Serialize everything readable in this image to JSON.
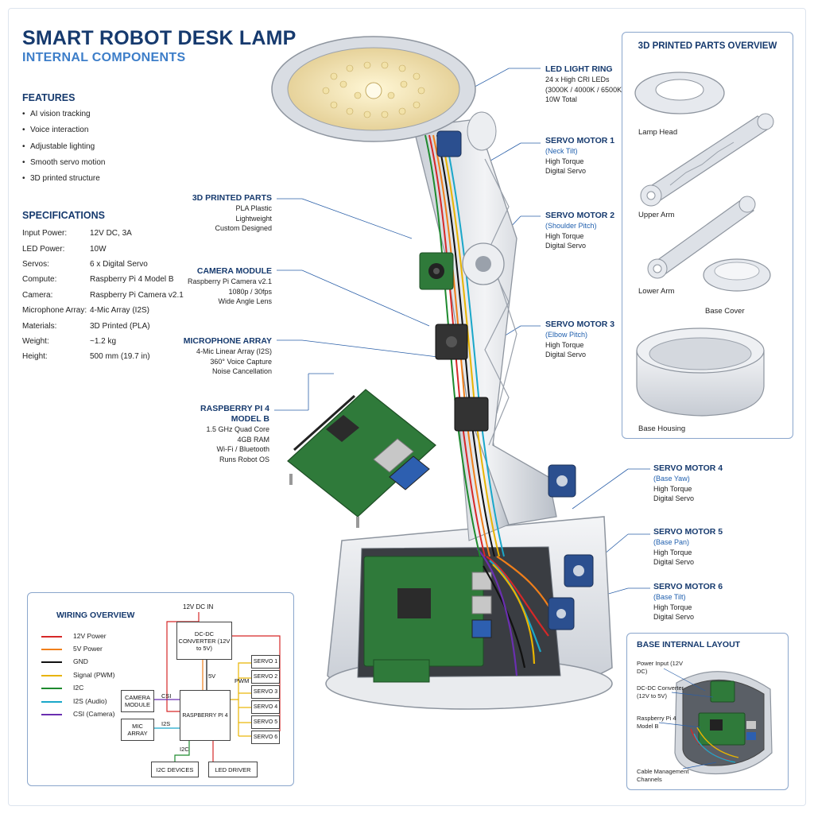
{
  "header": {
    "title": "SMART ROBOT DESK LAMP",
    "subtitle": "INTERNAL COMPONENTS"
  },
  "features": {
    "heading": "FEATURES",
    "items": [
      "AI vision tracking",
      "Voice interaction",
      "Adjustable lighting",
      "Smooth servo motion",
      "3D printed structure"
    ]
  },
  "specs": {
    "heading": "SPECIFICATIONS",
    "rows": [
      {
        "key": "Input Power:",
        "value": "12V DC, 3A"
      },
      {
        "key": "LED Power:",
        "value": "10W"
      },
      {
        "key": "Servos:",
        "value": "6 x Digital Servo"
      },
      {
        "key": "Compute:",
        "value": "Raspberry Pi 4 Model B"
      },
      {
        "key": "Camera:",
        "value": "Raspberry Pi Camera v2.1"
      },
      {
        "key": "Microphone Array:",
        "value": "4-Mic Array (I2S)"
      },
      {
        "key": "Materials:",
        "value": "3D Printed (PLA)"
      },
      {
        "key": "Weight:",
        "value": "~1.2 kg"
      },
      {
        "key": "Height:",
        "value": "500 mm (19.7 in)"
      }
    ]
  },
  "callouts": {
    "led_ring": {
      "title": "LED LIGHT RING",
      "lines": [
        "24 x High CRI LEDs",
        "(3000K / 4000K / 6500K)",
        "10W Total"
      ]
    },
    "servo1": {
      "title": "SERVO MOTOR 1",
      "sub": "(Neck Tilt)",
      "lines": [
        "High Torque",
        "Digital Servo"
      ]
    },
    "servo2": {
      "title": "SERVO MOTOR 2",
      "sub": "(Shoulder Pitch)",
      "lines": [
        "High Torque",
        "Digital Servo"
      ]
    },
    "servo3": {
      "title": "SERVO MOTOR 3",
      "sub": "(Elbow Pitch)",
      "lines": [
        "High Torque",
        "Digital Servo"
      ]
    },
    "servo4": {
      "title": "SERVO MOTOR 4",
      "sub": "(Base Yaw)",
      "lines": [
        "High Torque",
        "Digital Servo"
      ]
    },
    "servo5": {
      "title": "SERVO MOTOR 5",
      "sub": "(Base Pan)",
      "lines": [
        "High Torque",
        "Digital Servo"
      ]
    },
    "servo6": {
      "title": "SERVO MOTOR 6",
      "sub": "(Base Tilt)",
      "lines": [
        "High Torque",
        "Digital Servo"
      ]
    },
    "parts": {
      "title": "3D PRINTED PARTS",
      "lines": [
        "PLA Plastic",
        "Lightweight",
        "Custom Designed"
      ]
    },
    "camera": {
      "title": "CAMERA MODULE",
      "lines": [
        "Raspberry Pi Camera v2.1",
        "1080p / 30fps",
        "Wide Angle Lens"
      ]
    },
    "mic": {
      "title": "MICROPHONE ARRAY",
      "lines": [
        "4-Mic Linear Array (I2S)",
        "360° Voice Capture",
        "Noise Cancellation"
      ]
    },
    "rpi": {
      "title1": "RASPBERRY PI 4",
      "title2": "MODEL B",
      "lines": [
        "1.5 GHz Quad Core",
        "4GB RAM",
        "Wi-Fi / Bluetooth",
        "Runs Robot OS"
      ]
    }
  },
  "parts_overview": {
    "title": "3D PRINTED PARTS OVERVIEW",
    "labels": [
      "Lamp Head",
      "Upper Arm",
      "Lower Arm",
      "Base Cover",
      "Base Housing"
    ]
  },
  "wiring": {
    "title": "WIRING OVERVIEW",
    "legend": [
      {
        "label": "12V Power",
        "color": "#d62828"
      },
      {
        "label": "5V Power",
        "color": "#f07f1a"
      },
      {
        "label": "GND",
        "color": "#111111"
      },
      {
        "label": "Signal (PWM)",
        "color": "#e8b400"
      },
      {
        "label": "I2C",
        "color": "#1e8a2e"
      },
      {
        "label": "I2S (Audio)",
        "color": "#1aa7c9"
      },
      {
        "label": "CSI (Camera)",
        "color": "#6a2fb0"
      }
    ],
    "input_label": "12V DC IN",
    "converter": "DC-DC CONVERTER (12V to 5V)",
    "pi": "RASPBERRY PI 4",
    "camera": "CAMERA MODULE",
    "mic": "MIC ARRAY",
    "i2c_devices": "I2C DEVICES",
    "led_driver": "LED DRIVER",
    "servos": [
      "SERVO 1",
      "SERVO 2",
      "SERVO 3",
      "SERVO 4",
      "SERVO 5",
      "SERVO 6"
    ],
    "l_5v": "5V",
    "l_pwm": "PWM",
    "l_csi": "CSI",
    "l_i2s": "I2S",
    "l_i2c": "I2C"
  },
  "base_layout": {
    "title": "BASE INTERNAL LAYOUT",
    "labels": [
      "Power Input (12V DC)",
      "DC-DC Converter (12V to 5V)",
      "Raspberry Pi 4 Model B",
      "Cable Management Channels"
    ]
  },
  "colors": {
    "navy": "#163a6e",
    "accent_blue": "#3d7ec9",
    "pcb_green": "#2f7a3a",
    "servo_blue": "#2b4f8f"
  }
}
